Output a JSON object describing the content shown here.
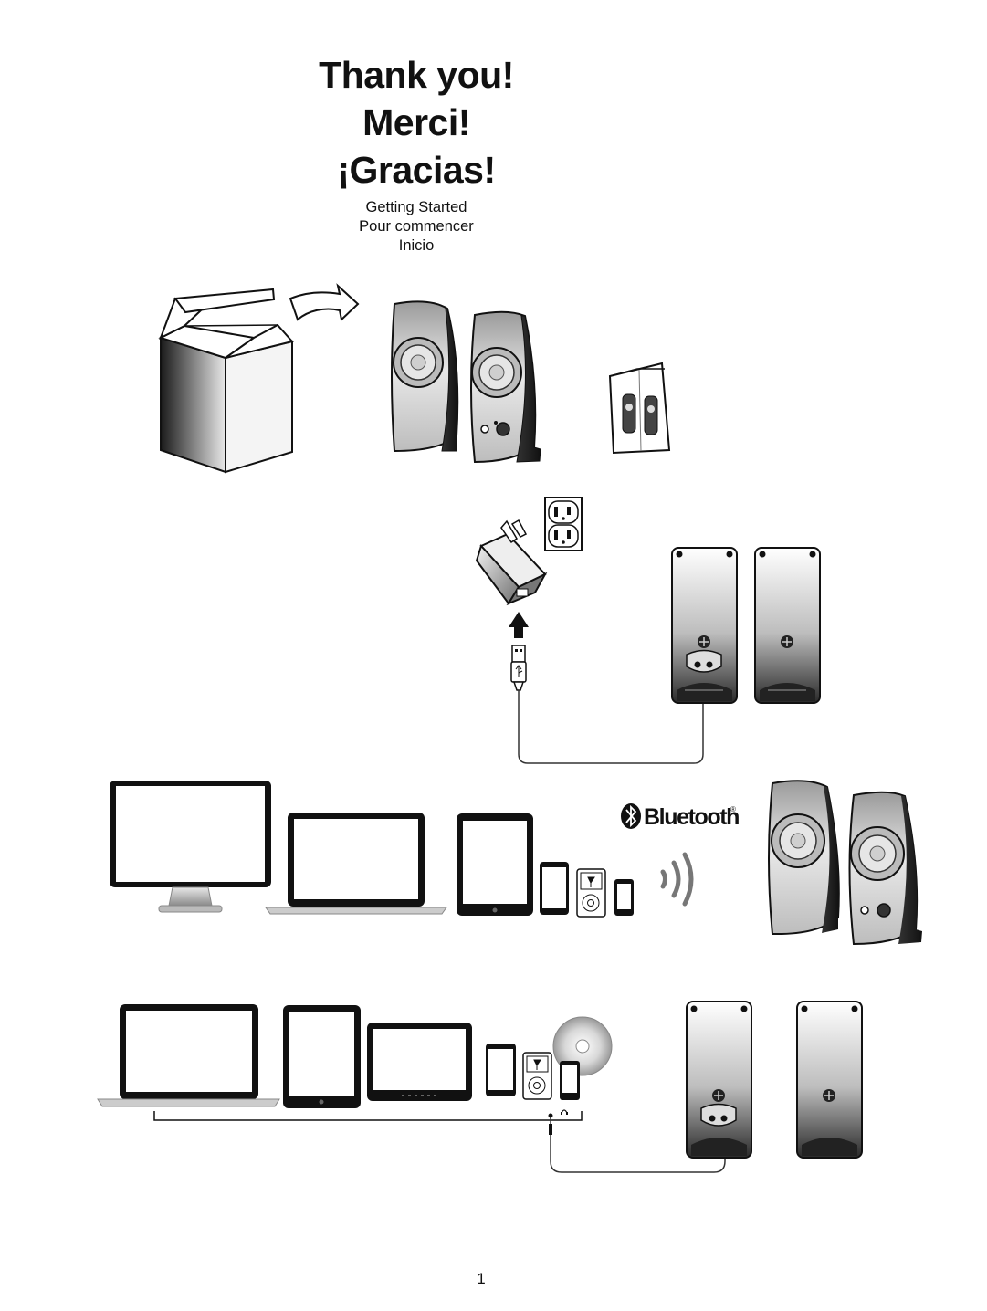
{
  "titles": [
    "Thank you!",
    "Merci!",
    "¡Gracias!"
  ],
  "subtitles": [
    "Getting Started",
    "Pour commencer",
    "Inicio"
  ],
  "bluetooth_label": "Bluetooth",
  "bluetooth_mark": "®",
  "page_number": "1",
  "icons": [
    "box-icon",
    "arrow-icon",
    "speaker-icon",
    "manual-icon",
    "wall-outlet-icon",
    "power-adapter-icon",
    "usb-plug-icon",
    "monitor-icon",
    "laptop-icon",
    "tablet-icon",
    "smartphone-icon",
    "media-player-icon",
    "bluetooth-icon",
    "wireless-waves-icon",
    "cd-icon",
    "headphone-jack-icon"
  ]
}
